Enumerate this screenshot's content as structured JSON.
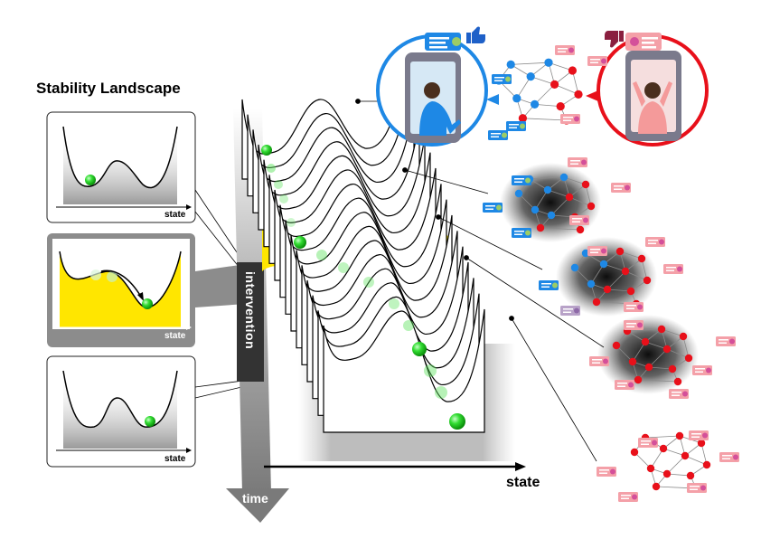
{
  "title": "Stability Landscape",
  "labels": {
    "state_small": "state",
    "state_main": "state",
    "time": "time",
    "intervention": "intervention"
  },
  "colors": {
    "ball": "#2ecc2e",
    "intervention_band": "#ffe600",
    "blue_nodes": "#1e88e5",
    "red_nodes": "#e8101a",
    "blue_ring": "#1e88e5",
    "red_ring": "#e8101a",
    "panel_gray": "#8c8c8c"
  },
  "icons": [
    "thumbs-up-icon",
    "thumbs-down-icon",
    "chat-bubble-icon",
    "smartphone-icon",
    "person-icon"
  ]
}
